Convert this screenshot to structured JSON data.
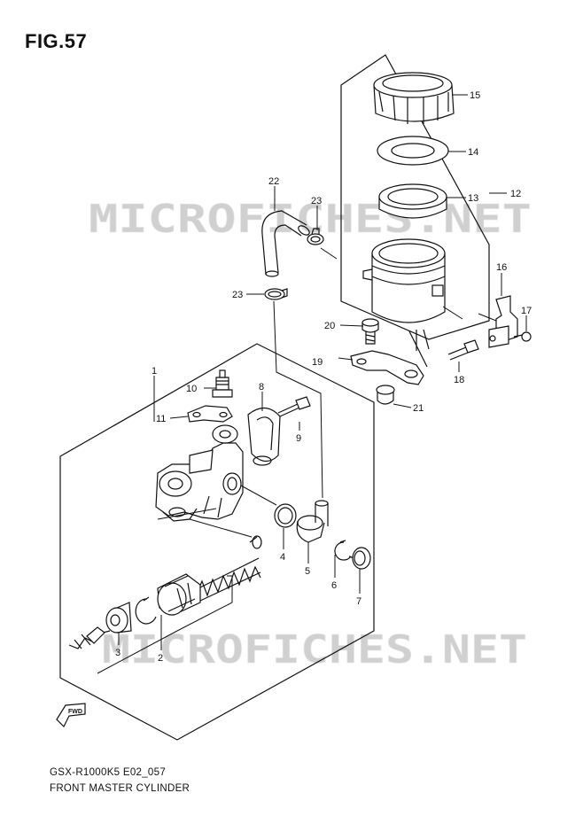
{
  "figure": {
    "title": "FIG.57",
    "model_code": "GSX-R1000K5 E02_057",
    "assembly_name": "FRONT MASTER CYLINDER",
    "watermark_text": "MICROFICHES.NET",
    "direction_badge": "FWD"
  },
  "callouts": [
    {
      "id": "p1",
      "label": "1"
    },
    {
      "id": "p2",
      "label": "2"
    },
    {
      "id": "p3",
      "label": "3"
    },
    {
      "id": "p4",
      "label": "4"
    },
    {
      "id": "p5",
      "label": "5"
    },
    {
      "id": "p6",
      "label": "6"
    },
    {
      "id": "p7",
      "label": "7"
    },
    {
      "id": "p8",
      "label": "8"
    },
    {
      "id": "p9",
      "label": "9"
    },
    {
      "id": "p10",
      "label": "10"
    },
    {
      "id": "p11",
      "label": "11"
    },
    {
      "id": "p12",
      "label": "12"
    },
    {
      "id": "p13",
      "label": "13"
    },
    {
      "id": "p14",
      "label": "14"
    },
    {
      "id": "p15",
      "label": "15"
    },
    {
      "id": "p16",
      "label": "16"
    },
    {
      "id": "p17",
      "label": "17"
    },
    {
      "id": "p18",
      "label": "18"
    },
    {
      "id": "p19",
      "label": "19"
    },
    {
      "id": "p20",
      "label": "20"
    },
    {
      "id": "p21",
      "label": "21"
    },
    {
      "id": "p22",
      "label": "22"
    },
    {
      "id": "p23a",
      "label": "23"
    },
    {
      "id": "p23b",
      "label": "23"
    }
  ],
  "colors": {
    "line": "#111111",
    "watermark": "#d0d0d0"
  }
}
